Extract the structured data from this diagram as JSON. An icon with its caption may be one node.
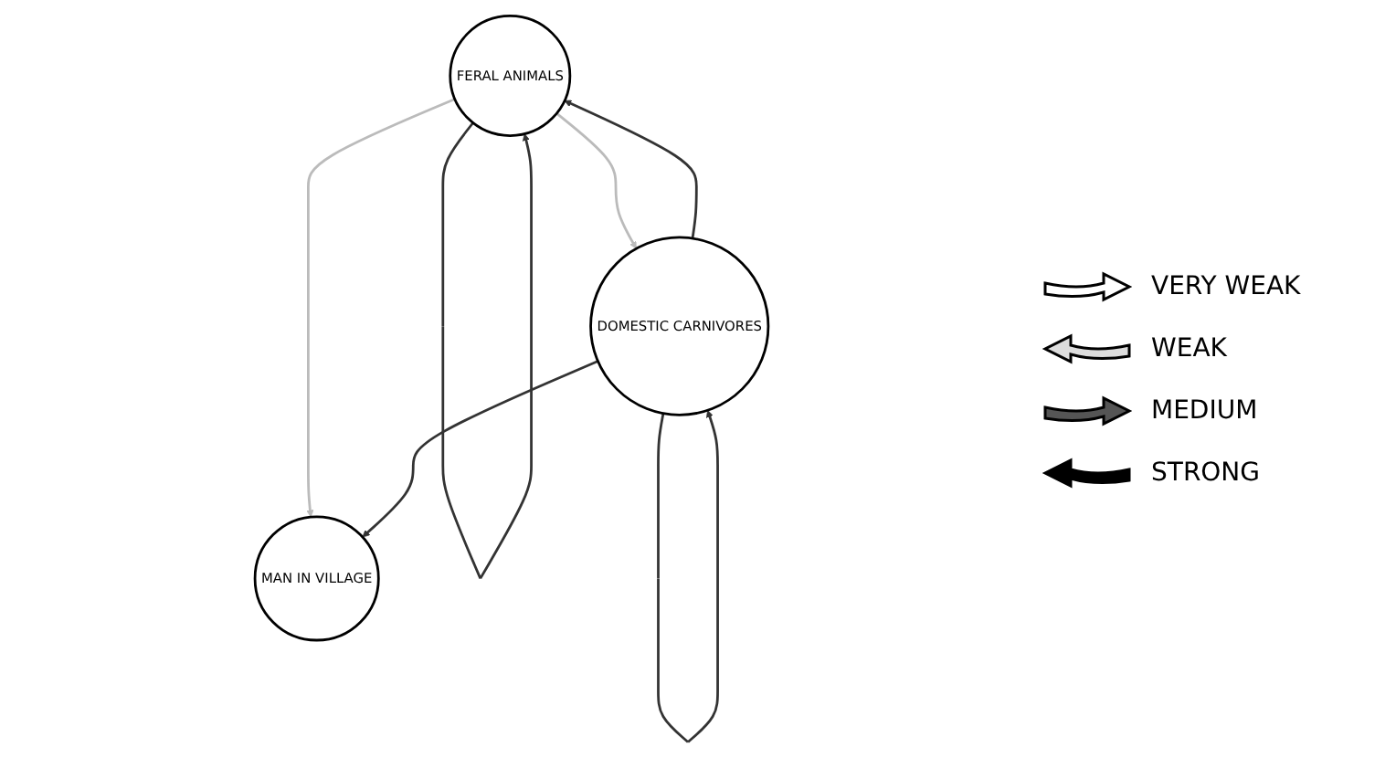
{
  "diagram": {
    "nodes": [
      {
        "text": [
          "FERAL ANIMALS"
        ]
      },
      {
        "text": [
          "DOMESTIC CARNIVORES"
        ]
      },
      {
        "text": [
          "MAN IN VILLAGE"
        ]
      }
    ],
    "edges": [
      {
        "from": 0,
        "to": 0,
        "arrow": "to"
      },
      {
        "from": 1,
        "to": 0,
        "arrow": "to"
      },
      {
        "from": 0,
        "to": 1,
        "arrow": "to",
        "color": "#bbbbbb"
      },
      {
        "from": 1,
        "to": 1,
        "arrow": "to"
      },
      {
        "from": 0,
        "to": 2,
        "arrow": "to",
        "color": "#bbbbbb"
      },
      {
        "from": 1,
        "to": 2,
        "arrow": "to"
      }
    ],
    "legend": [
      {
        "text": "VERY WEAK"
      },
      {
        "text": "WEAK"
      },
      {
        "text": "MEDIUM"
      },
      {
        "text": "STRONG"
      }
    ]
  }
}
